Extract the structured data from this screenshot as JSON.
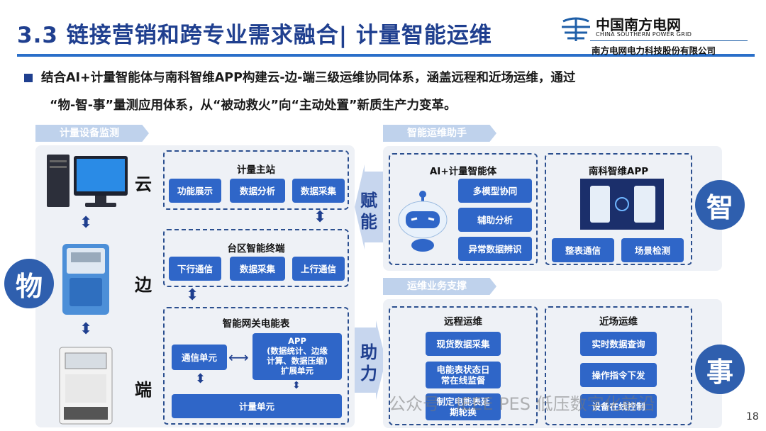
{
  "header": {
    "title": "3.3 链接营销和跨专业需求融合| 计量智能运维",
    "logo_name": "中国南方电网",
    "logo_en": "CHINA SOUTHERN POWER GRID",
    "company": "南方电网电力科技股份有限公司"
  },
  "intro": {
    "line1": "结合AI+计量智能体与南科智维APP构建云-边-端三级运维协同体系，涵盖远程和近场运维，通过",
    "line2": "“物-智-事”量测应用体系，从“被动救火”向“主动处置”新质生产力变革。"
  },
  "left": {
    "section_label": "计量设备监测",
    "big_char": "物",
    "levels": {
      "cloud": "云",
      "edge": "边",
      "end": "端"
    },
    "cloud_box": {
      "title": "计量主站",
      "items": [
        "功能展示",
        "数据分析",
        "数据采集"
      ]
    },
    "edge_box": {
      "title": "台区智能终端",
      "items": [
        "下行通信",
        "数据采集",
        "上行通信"
      ]
    },
    "end_box": {
      "title": "智能网关电能表",
      "comm_unit": "通信单元",
      "app_unit": "APP\n(数据统计、边缘\n计算、数据压缩)\n扩展单元",
      "metering_unit": "计量单元"
    }
  },
  "middle": {
    "empower": "赋能",
    "assist": "助力"
  },
  "right_top": {
    "section_label": "智能运维助手",
    "big_char": "智",
    "ai_box": {
      "title": "AI+计量智能体",
      "items": [
        "多模型协同",
        "辅助分析",
        "异常数据辨识"
      ]
    },
    "app_box": {
      "title": "南科智维APP",
      "items": [
        "整表通信",
        "场景检测"
      ]
    }
  },
  "right_bottom": {
    "section_label": "运维业务支撑",
    "big_char": "事",
    "remote_box": {
      "title": "远程运维",
      "items": [
        "现货数据采集",
        "电能表状态日\n常在线监督",
        "制定电能表延\n期轮换"
      ]
    },
    "near_box": {
      "title": "近场运维",
      "items": [
        "实时数据查询",
        "操作指令下发",
        "设备在线控制"
      ]
    }
  },
  "footer": {
    "watermark": "公众号 · IEEE PES 低压数字化前沿",
    "page_number": "18"
  },
  "colors": {
    "primary": "#1f3f8f",
    "button": "#2f66c8",
    "panel": "#eef1f6",
    "label": "#bfd2ec"
  }
}
